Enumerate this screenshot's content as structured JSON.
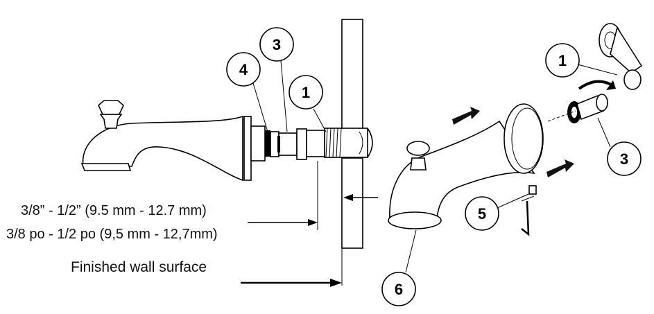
{
  "measurement": {
    "line1": "3/8” - 1/2” (9.5 mm - 12.7 mm)",
    "line2": "3/8 po - 1/2 po (9,5 mm - 12,7mm)"
  },
  "wall_label": "Finished wall surface",
  "callouts": {
    "c1_left": "1",
    "c3_left": "3",
    "c4_left": "4",
    "c1_right": "1",
    "c3_right": "3",
    "c5": "5",
    "c6": "6"
  }
}
